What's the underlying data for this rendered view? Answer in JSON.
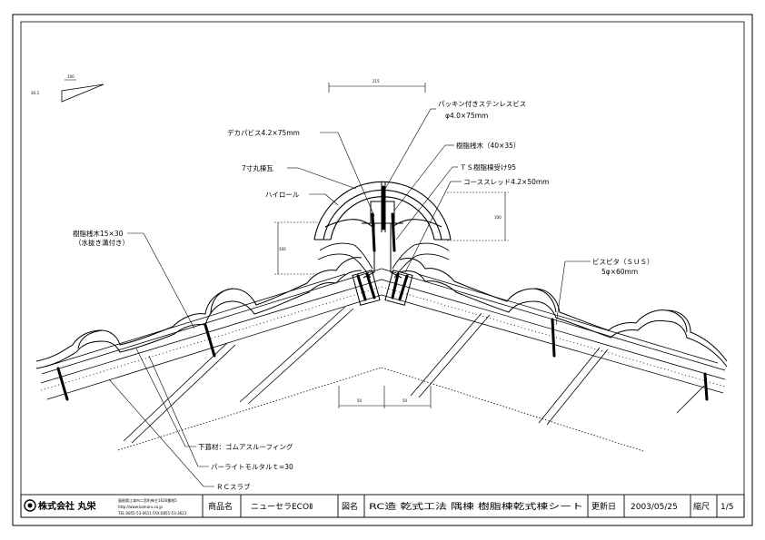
{
  "labels": {
    "packing_screw": "パッキン付きステンレスビス",
    "packing_screw_size": "φ4.0×75mm",
    "deca_screw": "デカパビス4.2×75mm",
    "resin_batten": "樹脂桟木（40×35）",
    "ts_receiver": "ＴＳ樹脂棟受け95",
    "tile_7sun": "7寸丸棟瓦",
    "coarse_thread": "コーススレッド4.2×50mm",
    "high_roll": "ハイロール",
    "resin_batten2": "樹脂桟木15×30",
    "resin_batten2_note": "（水抜き溝付き）",
    "bispita": "ビスピタ（ＳＵＳ）",
    "bispita_size": "5φ×60mm",
    "underlay": "下葺材：ゴムアスルーフィング",
    "perlite": "パーライトモルタルｔ=30",
    "rc_slab": "ＲＣスラブ"
  },
  "dims": {
    "slope_run": "100",
    "slope_rise": "30.3",
    "top_width": "215",
    "d_right": "100",
    "d_left": "100",
    "bottom_a": "50",
    "bottom_b": "50"
  },
  "title_block": {
    "company": "株式会社 丸栄",
    "address": "島根県江津市二宮町神主1620番地5",
    "url": "http://www.kamaru.co.jp",
    "tel": "TEL:0855-53-0611 FAX:0855-53-3623",
    "product_label": "商品名",
    "product_value": "ニューセラECOⅡ",
    "drawing_label": "図名",
    "drawing_value": "RC造 乾式工法 隅棟 樹脂棟乾式棟シート",
    "updated_label": "更新日",
    "updated_value": "2003/05/25",
    "scale_label": "縮尺",
    "scale_value": "1/5"
  }
}
